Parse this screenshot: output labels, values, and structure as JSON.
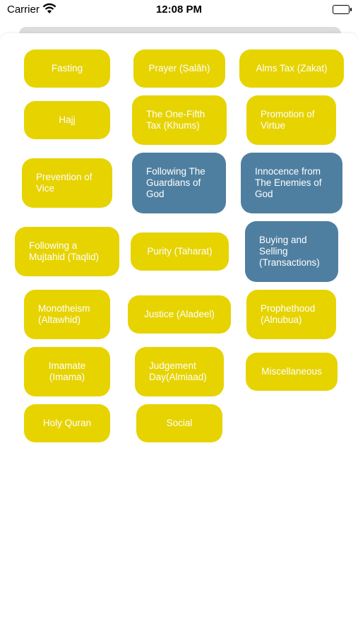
{
  "status_bar": {
    "carrier": "Carrier",
    "time": "12:08 PM"
  },
  "colors": {
    "yellow": "#e6d300",
    "blue": "#4f7fa0"
  },
  "tiles": [
    {
      "label": "Fasting",
      "color": "yellow"
    },
    {
      "label": "Prayer (Ṣalâh)",
      "color": "yellow"
    },
    {
      "label": "Alms Tax (Zakat)",
      "color": "yellow"
    },
    {
      "label": "Hajj",
      "color": "yellow"
    },
    {
      "label": "The One-Fifth Tax (Khums)",
      "color": "yellow"
    },
    {
      "label": "Promotion of Virtue",
      "color": "yellow"
    },
    {
      "label": "Prevention of Vice",
      "color": "yellow"
    },
    {
      "label": "Following The Guardians of God",
      "color": "blue"
    },
    {
      "label": "Innocence from The Enemies of God",
      "color": "blue"
    },
    {
      "label": "Following a Mujtahid (Taqlid)",
      "color": "yellow"
    },
    {
      "label": "Purity (Taharat)",
      "color": "yellow"
    },
    {
      "label": "Buying and Selling (Transactions)",
      "color": "blue"
    },
    {
      "label": "Monotheism (Altawhid)",
      "color": "yellow"
    },
    {
      "label": "Justice (Aladeel)",
      "color": "yellow"
    },
    {
      "label": "Prophethood (Alnubua)",
      "color": "yellow"
    },
    {
      "label": "Imamate (Imama)",
      "color": "yellow"
    },
    {
      "label": "Judgement Day(Almiaad)",
      "color": "yellow"
    },
    {
      "label": "Miscellaneous",
      "color": "yellow"
    },
    {
      "label": "Holy Quran",
      "color": "yellow"
    },
    {
      "label": "Social",
      "color": "yellow"
    }
  ]
}
